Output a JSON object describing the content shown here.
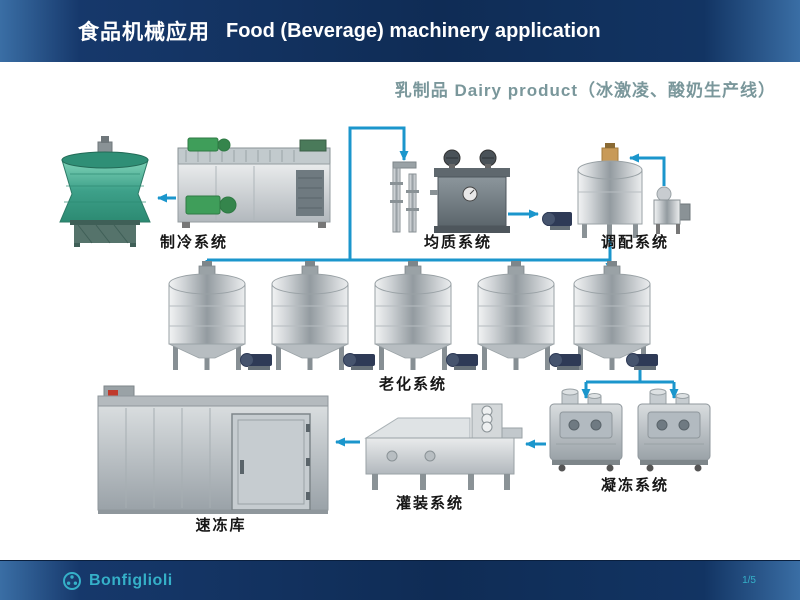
{
  "header": {
    "title_cn": "食品机械应用",
    "title_en": "Food (Beverage) machinery application"
  },
  "subtitle": "乳制品 Dairy product（冰激凌、酸奶生产线）",
  "diagram": {
    "labels": {
      "refrigeration": "制冷系统",
      "homogenizing": "均质系统",
      "blending": "调配系统",
      "aging": "老化系统",
      "quick_freeze_storage": "速冻库",
      "filling": "灌装系统",
      "freezing": "凝冻系统"
    },
    "flow_note": "refrigeration / homogenizing / blending feed aging tanks, then freezing, filling, quick-freeze storage"
  },
  "footer": {
    "brand": "Bonfiglioli",
    "page": "1/5"
  },
  "colors": {
    "header_bg": "#113060",
    "arrow_blue": "#1b96cc",
    "subtitle_text": "#7a979b",
    "brand_teal": "#35b0c8",
    "tower_green": "#3da089",
    "label_text": "#161616"
  }
}
